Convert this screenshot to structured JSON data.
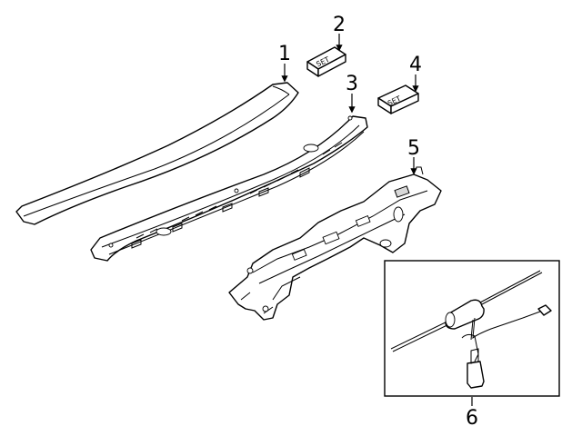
{
  "callouts": {
    "c1": "1",
    "c2": "2",
    "c3": "3",
    "c4": "4",
    "c5": "5",
    "c6": "6"
  },
  "stamps": {
    "s2": "SET",
    "s4": "SET"
  },
  "colors": {
    "line": "#000000",
    "background": "#ffffff"
  }
}
